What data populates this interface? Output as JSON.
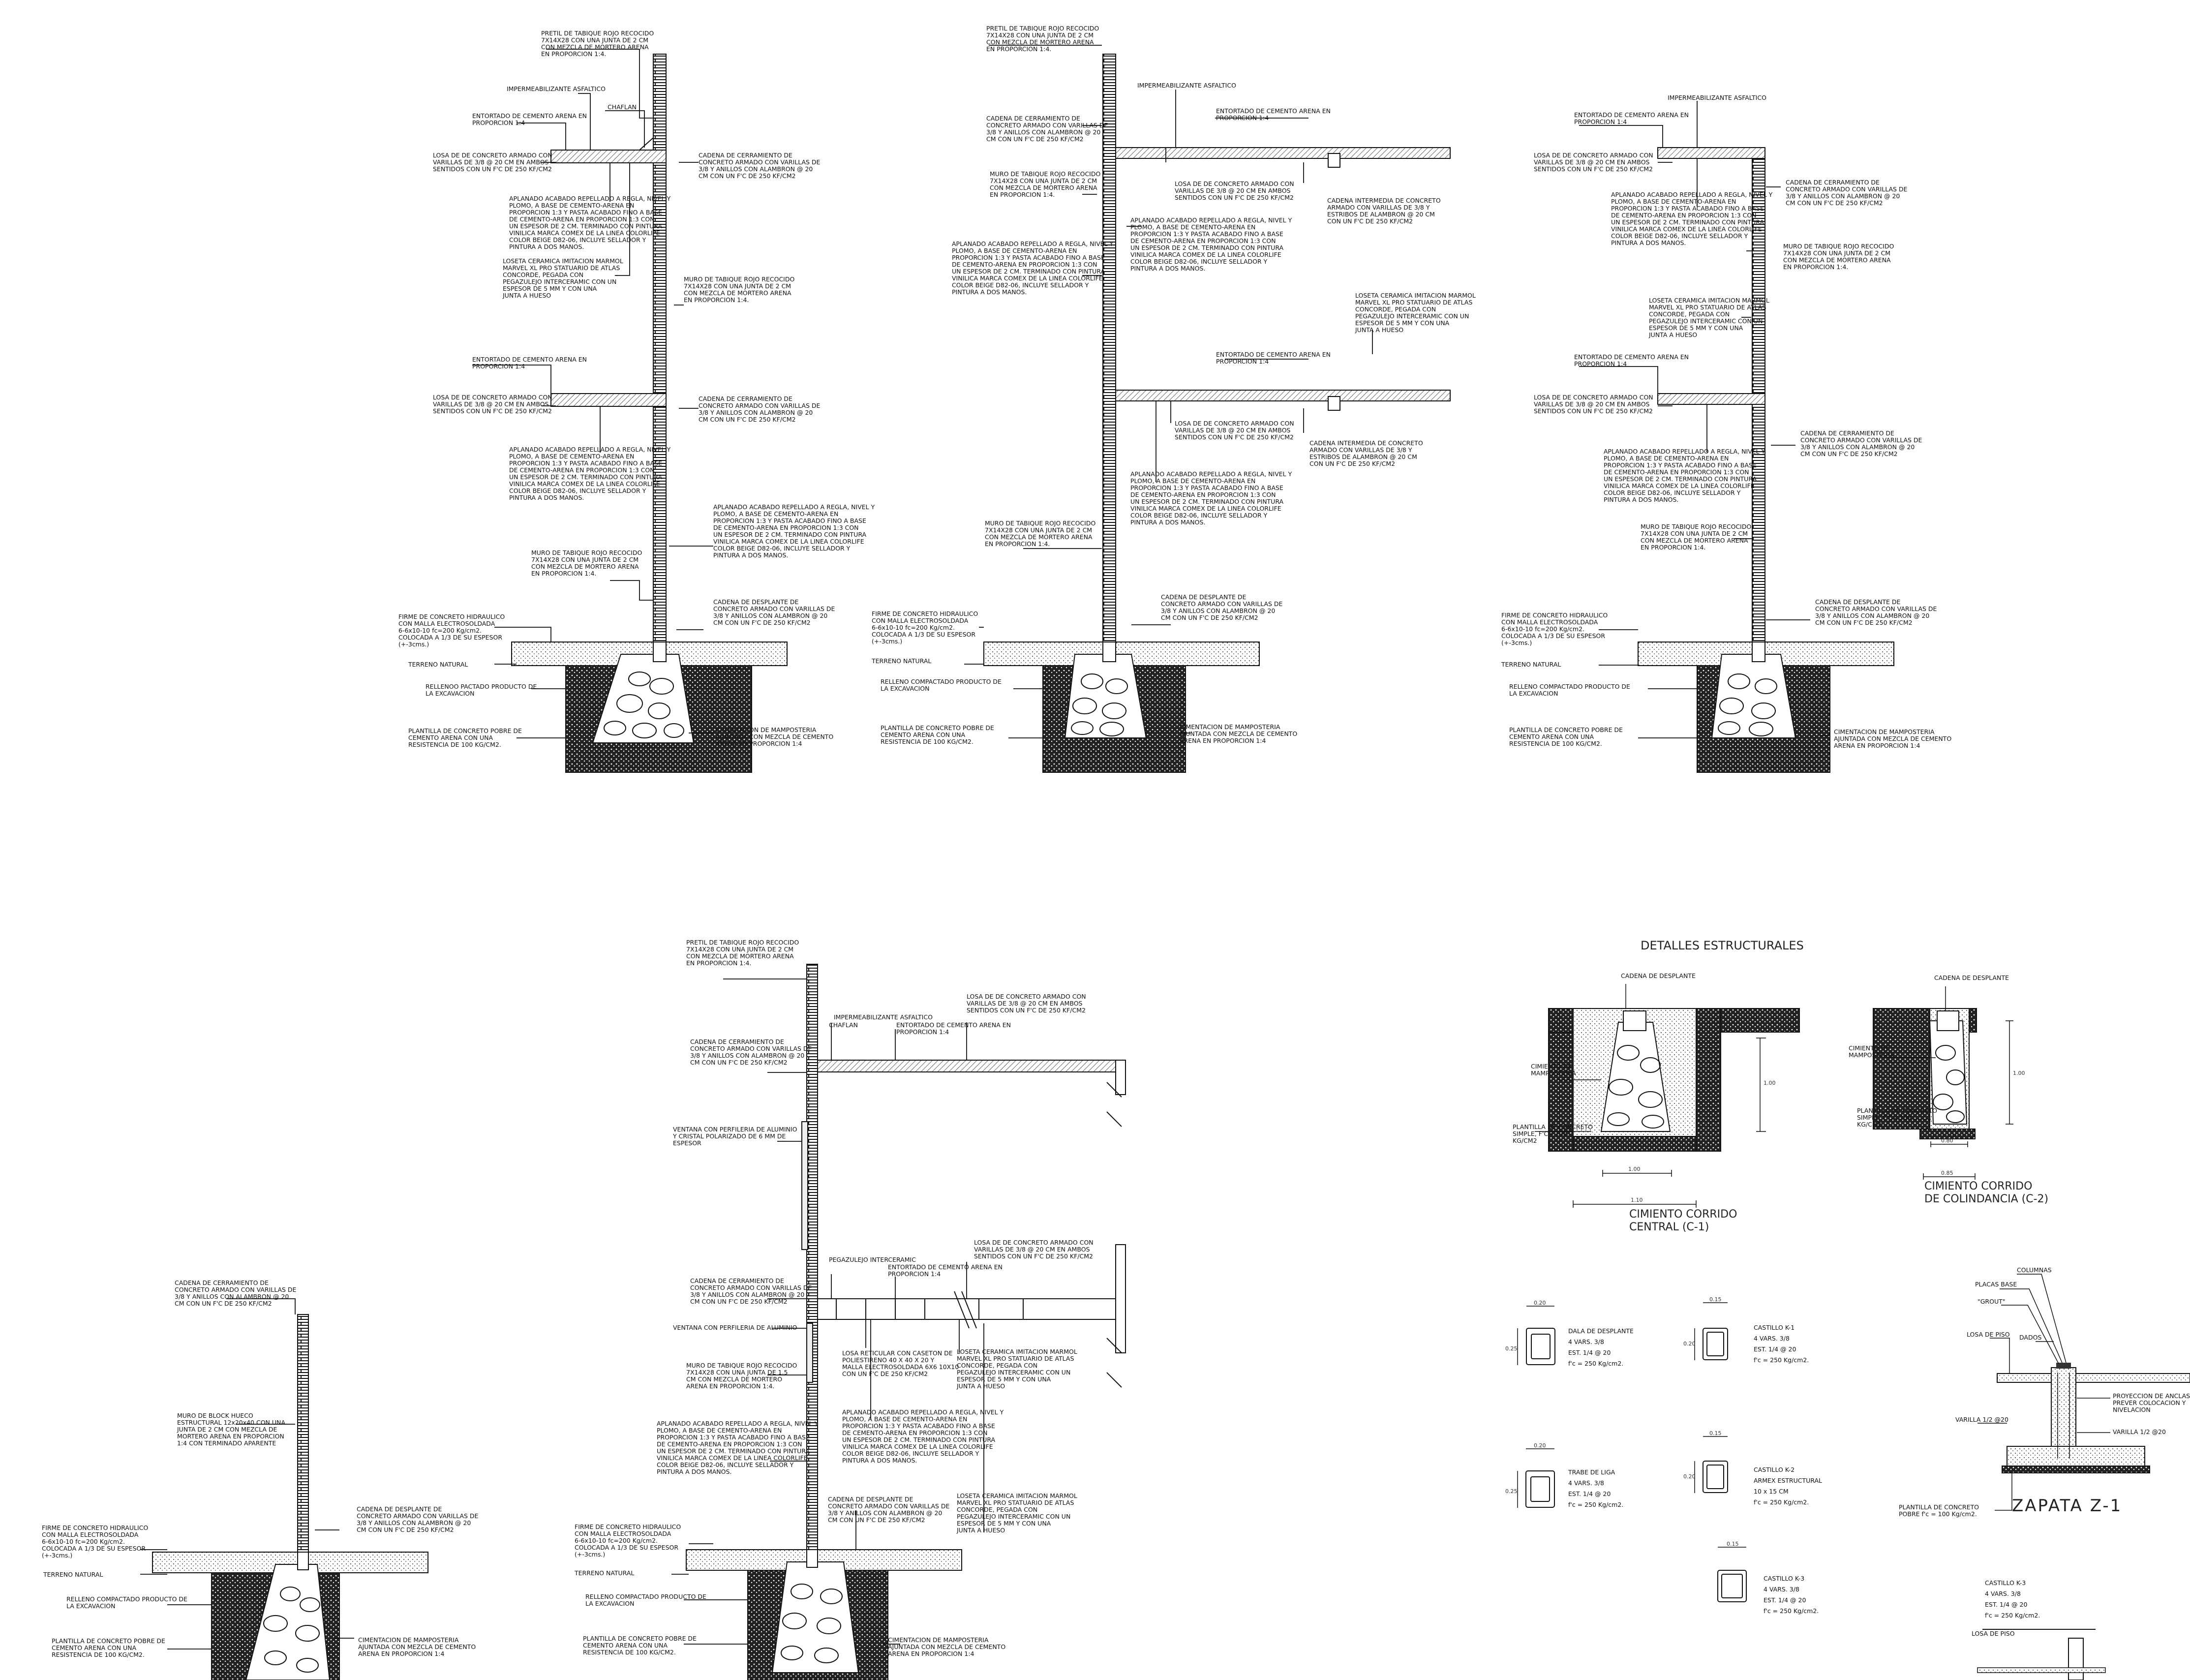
{
  "sheet_title": "DETALLES ESTRUCTURALES",
  "labels": {
    "pretil": [
      "PRETIL DE TABIQUE ROJO RECOCIDO",
      "7X14X28 CON UNA JUNTA DE 2 CM",
      "CON MEZCLA DE MORTERO ARENA",
      "EN PROPORCION 1:4."
    ],
    "impermeabilizante": [
      "IMPERMEABILIZANTE ASFALTICO"
    ],
    "chaflan": [
      "CHAFLAN"
    ],
    "entortado": [
      "ENTORTADO DE CEMENTO ARENA EN",
      "PROPORCION 1:4"
    ],
    "losa": [
      "LOSA DE DE CONCRETO ARMADO CON",
      "VARILLAS DE 3/8 @ 20 CM EN AMBOS",
      "SENTIDOS CON UN F'C DE 250 KF/CM2"
    ],
    "cadena_cerramiento": [
      "CADENA DE CERRAMIENTO DE",
      "CONCRETO ARMADO CON VARILLAS DE",
      "3/8 Y ANILLOS CON ALAMBRON @ 20",
      "CM CON UN F'C DE 250 KF/CM2"
    ],
    "aplanado": [
      "APLANADO ACABADO REPELLADO A REGLA, NIVEL Y",
      "PLOMO, A BASE DE CEMENTO-ARENA EN",
      "PROPORCION 1:3 Y PASTA ACABADO FINO A BASE",
      "DE CEMENTO-ARENA EN PROPORCION 1:3 CON",
      "UN ESPESOR DE 2 CM. TERMINADO CON PINTURA",
      "VINILICA MARCA COMEX DE LA LINEA COLORLIFE",
      "COLOR BEIGE D82-06, INCLUYE SELLADOR Y",
      "PINTURA A DOS MANOS."
    ],
    "loseta": [
      "LOSETA CERAMICA IMITACION MARMOL",
      "MARVEL XL PRO STATUARIO DE ATLAS",
      "CONCORDE, PEGADA CON",
      "PEGAZULEJO INTERCERAMIC CON UN",
      "ESPESOR DE 5 MM Y CON UNA",
      "JUNTA A HUESO"
    ],
    "muro_tabique": [
      "MURO DE TABIQUE ROJO RECOCIDO",
      "7X14X28 CON UNA JUNTA DE 2 CM",
      "CON MEZCLA DE MORTERO ARENA",
      "EN PROPORCION 1:4."
    ],
    "firme": [
      "FIRME DE CONCRETO HIDRAULICO",
      "CON MALLA ELECTROSOLDADA",
      "6-6x10-10 fc=200 Kg/cm2.",
      "COLOCADA A 1/3 DE SU ESPESOR",
      "(+-3cms.)"
    ],
    "cadena_desplante": [
      "CADENA DE DESPLANTE DE",
      "CONCRETO ARMADO CON VARILLAS DE",
      "3/8 Y ANILLOS CON ALAMBRON @ 20",
      "CM CON UN F'C DE 250 KF/CM2"
    ],
    "terreno": [
      "TERRENO NATURAL"
    ],
    "relleno": [
      "RELLENOO PACTADO PRODUCTO DE",
      "LA EXCAVACION"
    ],
    "relleno_b": [
      "RELLENO COMPACTADO PRODUCTO DE",
      "LA EXCAVACION"
    ],
    "plantilla": [
      "PLANTILLA DE CONCRETO POBRE DE",
      "CEMENTO ARENA CON UNA",
      "RESISTENCIA DE 100 KG/CM2."
    ],
    "cimentacion": [
      "CIMENTACION DE MAMPOSTERIA",
      "AJUNTADA CON MEZCLA DE CEMENTO",
      "ARENA EN PROPORCION 1:4"
    ],
    "cadena_intermedia": [
      "CADENA INTERMEDIA DE CONCRETO",
      "ARMADO CON VARILLAS DE 3/8 Y",
      "ESTRIBOS DE ALAMBRON @ 20 CM",
      "CON UN F'C DE 250 KF/CM2"
    ],
    "muro_block": [
      "MURO DE BLOCK HUECO",
      "ESTRUCTURAL 12x20x40 CON UNA",
      "JUNTA DE 2 CM CON MEZCLA DE",
      "MORTERO ARENA EN PROPORCION",
      "1:4 CON TERMINADO APARENTE"
    ],
    "ventana": [
      "VENTANA CON PERFILERIA DE ALUMINIO",
      "Y CRISTAL POLARIZADO DE 6 MM DE",
      "ESPESOR"
    ],
    "ventana2": [
      "VENTANA CON PERFILERIA DE ALUMINIO"
    ],
    "pegazulejo": [
      "PEGAZULEJO INTERCERAMIC"
    ],
    "losa_reticular": [
      "LOSA RETICULAR CON CASETON DE",
      "POLIESTIRENO 40 X 40 X 20 Y",
      "MALLA ELECTROSOLDADA 6X6 10X10",
      "CON UN F'C DE 250 KF/CM2"
    ],
    "muro_15": [
      "MURO DE TABIQUE ROJO RECOCIDO",
      "7X14X28 CON UNA JUNTA DE 1.5",
      "CM CON MEZCLA DE MORTERO",
      "ARENA EN PROPORCION 1:4."
    ]
  },
  "structural": {
    "c1_title": [
      "CIMIENTO CORRIDO",
      "CENTRAL      (C-1)"
    ],
    "c2_title": [
      "CIMIENTO CORRIDO",
      "DE COLINDANCIA   (C-2)"
    ],
    "cadena_desplante": "CADENA DE DESPLANTE",
    "cimiento_mamposteria": [
      "CIMIENTO DE",
      "MAMPOSTERIA"
    ],
    "plantilla": [
      "PLANTILLA DE CONCRETO",
      "SIMPLE, F'C= 100",
      "KG/CM2"
    ],
    "dims": [
      "1.00",
      "1.00",
      "1.10",
      "0.80",
      "0.85",
      "0.20",
      "0.15",
      "0.25",
      "0.20"
    ],
    "dala": [
      "DALA DE DESPLANTE",
      "4 VARS. 3/8",
      "EST. 1/4 @ 20",
      "f'c = 250 Kg/cm2."
    ],
    "trabe": [
      "TRABE DE LIGA",
      "4 VARS. 3/8",
      "EST. 1/4 @ 20",
      "f'c = 250 Kg/cm2."
    ],
    "k1": [
      "CASTILLO K-1",
      "4 VARS. 3/8",
      "EST. 1/4 @ 20",
      "f'c = 250 Kg/cm2."
    ],
    "k2": [
      "CASTILLO K-2",
      "ARMEX ESTRUCTURAL",
      "10 x 15 CM",
      "f'c = 250 Kg/cm2."
    ],
    "k3": [
      "CASTILLO K-3",
      "4 VARS. 3/8",
      "EST. 1/4 @ 20",
      "f'c = 250 Kg/cm2."
    ],
    "zapata_title": "ZAPATA   Z-1",
    "zapata_labels": [
      "COLUMNAS",
      "PLACAS BASE",
      "\"GROUT\"",
      "LOSA DE PISO",
      "DADOS",
      "PROYECCION DE ANCLAS",
      "PREVER COLOCACION Y",
      "NIVELACION",
      "VARILLA 1/2 @20",
      "VARILLA 1/2 @20",
      "PLANTILLA DE CONCRETO",
      "POBRE f'c = 100 Kg/cm2."
    ],
    "k3b": [
      "CASTILLO K-3",
      "4 VARS. 3/8",
      "EST. 1/4 @ 20",
      "f'c = 250 Kg/cm2."
    ],
    "losa_piso": "LOSA DE PISO"
  }
}
